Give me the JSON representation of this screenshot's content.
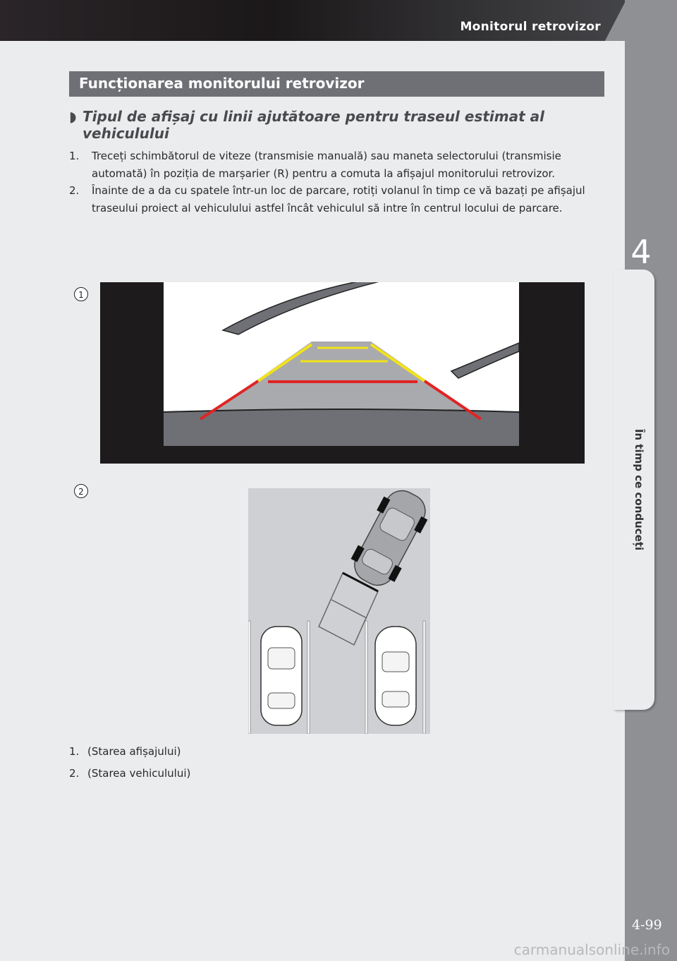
{
  "header": {
    "title": "Monitorul retrovizor"
  },
  "sidebar": {
    "chapter_number": "4",
    "chapter_label": "În timp ce conduceți"
  },
  "section": {
    "title": "Funcționarea monitorului retrovizor"
  },
  "subheading": {
    "marker": "◗",
    "text": "Tipul de afișaj cu linii ajutătoare pentru traseul estimat al vehiculului"
  },
  "steps": [
    {
      "num": "1.",
      "text": "Treceți schimbătorul de viteze (transmisie manuală) sau maneta selectorului (transmisie automată) în poziția de marșarier (R) pentru a comuta la afișajul monitorului retrovizor."
    },
    {
      "num": "2.",
      "text": "Înainte de a da cu spatele într-un loc de parcare, rotiți volanul în timp ce vă bazați pe afișajul traseului proiect al vehiculului astfel încât vehiculul să intre în centrul locului de parcare."
    }
  ],
  "figures": {
    "display_marker": "1",
    "vehicle_marker": "2"
  },
  "captions": [
    {
      "num": "1.",
      "text": "(Starea afișajului)"
    },
    {
      "num": "2.",
      "text": "(Starea vehiculului)"
    }
  ],
  "page_number": "4-99",
  "watermark": "carmanualsonline.info",
  "colors": {
    "guide_red": "#e02424",
    "guide_yellow": "#f2e21a",
    "header_dark": "#1e1b1d",
    "section_bar": "#6f7075",
    "sidebar": "#8e9094"
  }
}
